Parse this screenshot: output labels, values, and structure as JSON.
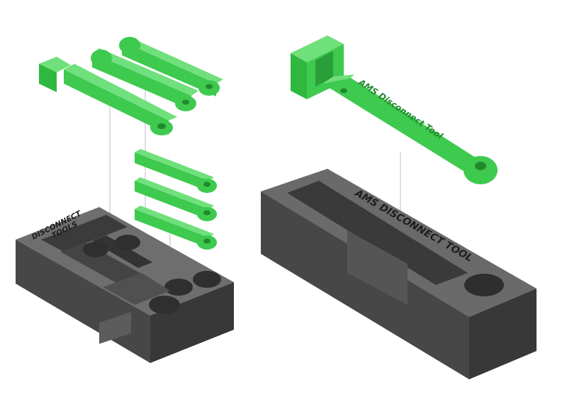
{
  "colors": {
    "background": "#ffffff",
    "print_green": "#3ec94f",
    "print_green_dark": "#27a536",
    "print_green_light": "#6fe07b",
    "base_dark": "#3d3d3d",
    "base_mid": "#555555",
    "base_light": "#6b6b6b",
    "guide_line": "#b8b8b8",
    "engraved_text": "#1e1e1e"
  },
  "left_model": {
    "base_label_line1": "DISCONNECT",
    "base_label_line2": "TOOLS",
    "tool_count": 6
  },
  "right_model": {
    "tool_label": "AMS Disconnect Tool",
    "base_label": "AMS DISCONNECT TOOL"
  }
}
